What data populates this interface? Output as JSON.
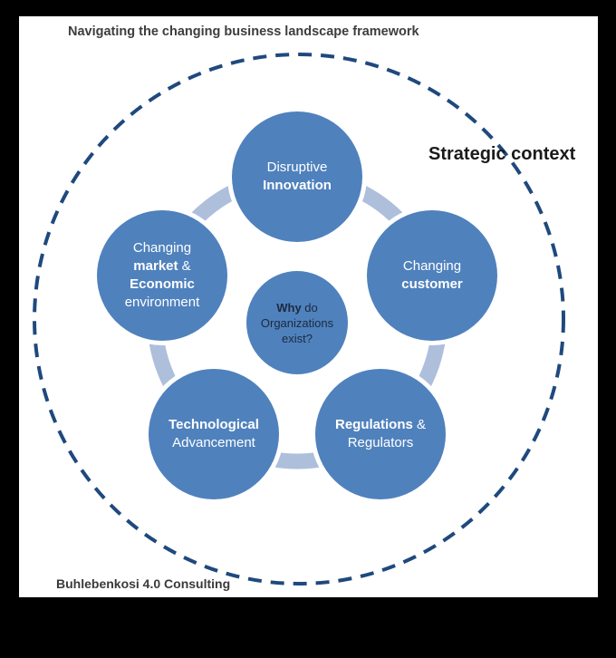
{
  "title": {
    "text": "Navigating the changing business landscape framework"
  },
  "annotation": {
    "text": "Strategic context"
  },
  "footer": {
    "text": "Buhlebenkosi 4.0 Consulting"
  },
  "colors": {
    "frame": "#000000",
    "canvas": "#ffffff",
    "node_fill": "#4f81bd",
    "cycle_ring": "#aebfdc",
    "dashed_boundary": "#1f497d",
    "node_text": "#ffffff",
    "center_node_text": "#1b2a3e",
    "title_text": "#3d3d3d"
  },
  "center_node": {
    "line1_bold": "Why",
    "line1_tail": " do",
    "line2": "Organizations",
    "line3": "exist?"
  },
  "nodes": {
    "disruptive": {
      "line1": "Disruptive",
      "line2_bold": "Innovation"
    },
    "customer": {
      "line1": "Changing",
      "line2_bold": "customer"
    },
    "market": {
      "line1": "Changing",
      "line2_bold": "market",
      "line2_tail": " &",
      "line3_bold": "Economic",
      "line4": "environment"
    },
    "technological": {
      "line1_bold": "Technological",
      "line2": "Advancement"
    },
    "regulations": {
      "line1_bold": "Regulations",
      "line1_tail": " &",
      "line2": "Regulators"
    }
  }
}
